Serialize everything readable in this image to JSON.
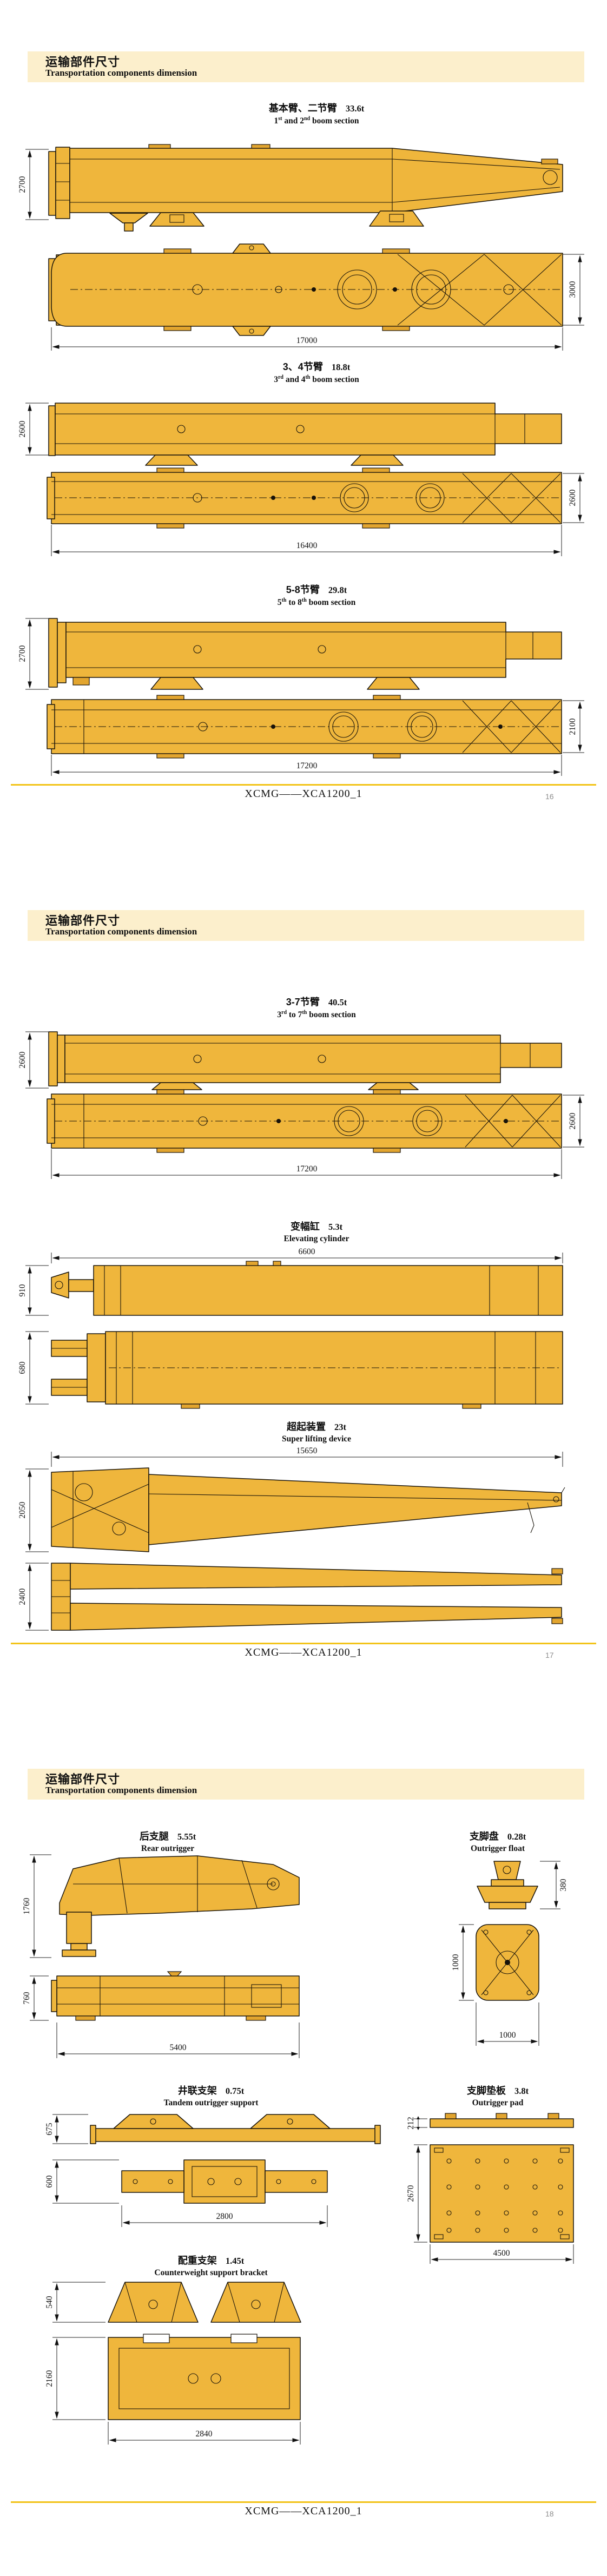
{
  "header": {
    "title_cn": "运输部件尺寸",
    "title_en": "Transportation components dimension"
  },
  "footer": {
    "doc_code": "XCMG——XCA1200_1"
  },
  "pages": [
    {
      "page_no": "16",
      "sections": [
        {
          "title_cn": "基本臂、二节臂",
          "weight": "33.6t",
          "title_en": "1st and 2nd boom section",
          "dims": {
            "view1_height": "2700",
            "view2_height": "3000",
            "length": "17000"
          }
        },
        {
          "title_cn": "3、4节臂",
          "weight": "18.8t",
          "title_en": "3rd and 4th boom section",
          "dims": {
            "view1_height": "2600",
            "view2_height": "2600",
            "length": "16400"
          }
        },
        {
          "title_cn": "5-8节臂",
          "weight": "29.8t",
          "title_en": "5th to 8th boom section",
          "dims": {
            "view1_height": "2700",
            "view2_height": "2100",
            "length": "17200"
          }
        }
      ]
    },
    {
      "page_no": "17",
      "sections": [
        {
          "title_cn": "3-7节臂",
          "weight": "40.5t",
          "title_en": "3rd to 7th boom section",
          "dims": {
            "view1_height": "2600",
            "view2_height": "2600",
            "length": "17200"
          }
        },
        {
          "title_cn": "变幅缸",
          "weight": "5.3t",
          "title_en": "Elevating cylinder",
          "dims": {
            "length": "6600",
            "view1_height": "910",
            "view2_height": "680"
          }
        },
        {
          "title_cn": "超起装置",
          "weight": "23t",
          "title_en": "Super lifting device",
          "dims": {
            "length": "15650",
            "view1_height": "2050",
            "view2_height": "2400"
          }
        }
      ]
    },
    {
      "page_no": "18",
      "sections": [
        {
          "title_cn": "后支腿",
          "weight": "5.55t",
          "title_en": "Rear outrigger",
          "dims": {
            "view1_height": "1760",
            "view2_height": "760",
            "length": "5400"
          }
        },
        {
          "title_cn": "支脚盘",
          "weight": "0.28t",
          "title_en": "Outrigger float",
          "dims": {
            "side_height": "380",
            "plan_height": "1000",
            "width": "1000"
          }
        },
        {
          "title_cn": "井联支架",
          "weight": "0.75t",
          "title_en": "Tandem outrigger support",
          "dims": {
            "view1_height": "675",
            "view2_height": "600",
            "length": "2800"
          }
        },
        {
          "title_cn": "支脚垫板",
          "weight": "3.8t",
          "title_en": "Outrigger pad",
          "dims": {
            "side_height": "212",
            "plan_height": "2670",
            "width": "4500"
          }
        },
        {
          "title_cn": "配重支架",
          "weight": "1.45t",
          "title_en": "Counterweight support bracket",
          "dims": {
            "view1_height": "540",
            "view2_height": "2160",
            "length": "2840"
          }
        }
      ]
    }
  ],
  "colors": {
    "header_band": "#fcefcc",
    "crane_yellow": "#efb63c",
    "footer_rule": "#f2c318",
    "page_number_gray": "#8d8d8d"
  }
}
